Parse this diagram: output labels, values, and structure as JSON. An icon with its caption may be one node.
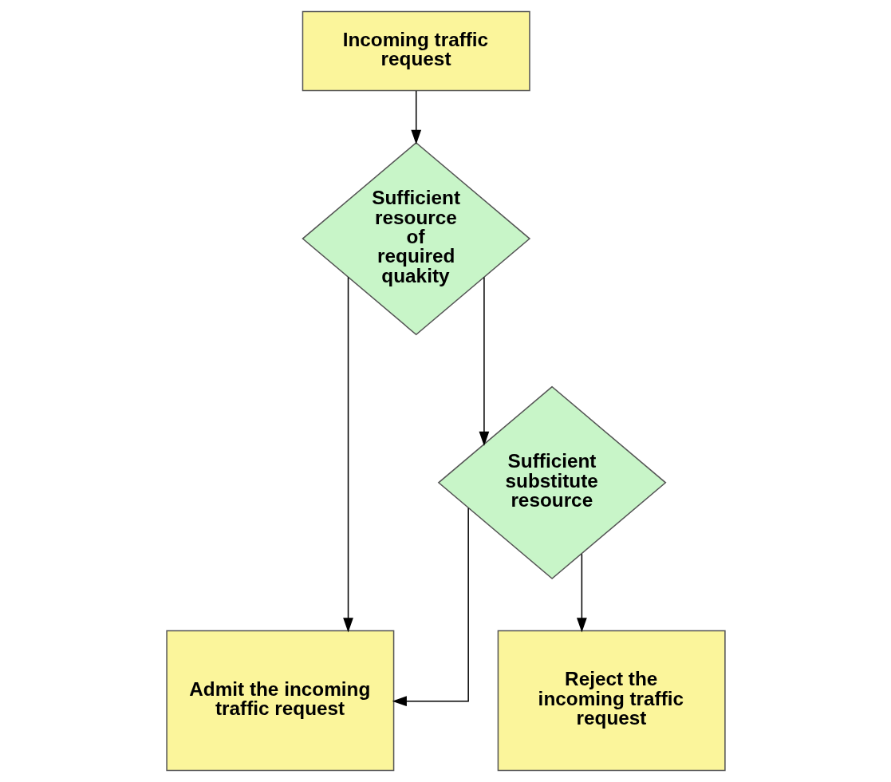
{
  "diagram": {
    "nodes": [
      {
        "text": [
          "Incoming traffic request"
        ]
      },
      {
        "text": [
          "Sufficient resource of required quakity"
        ]
      },
      {
        "text": [
          "Sufficient substitute resource"
        ]
      },
      {
        "text": [
          "Admit the incoming traffic request"
        ]
      },
      {
        "text": [
          "Reject the incoming traffic request"
        ]
      }
    ],
    "edges": [
      {
        "from": 0,
        "to": 1,
        "arrow": "to"
      },
      {
        "from": 1,
        "to": 3,
        "arrow": "to"
      },
      {
        "from": 1,
        "to": 2,
        "arrow": "to"
      },
      {
        "from": 2,
        "to": 3,
        "arrow": "to"
      },
      {
        "from": 2,
        "to": 4,
        "arrow": "to"
      }
    ]
  }
}
